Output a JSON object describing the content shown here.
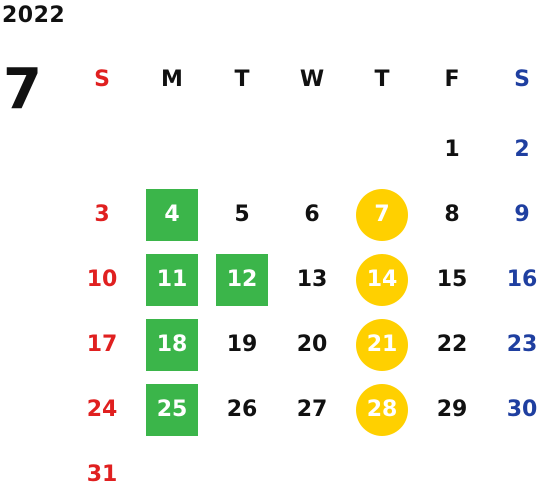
{
  "calendar": {
    "year": "2022",
    "month": "7",
    "colors": {
      "sunday": "#e02020",
      "saturday": "#1f3fa0",
      "weekday": "#111111",
      "highlight_green": "#3bb54a",
      "highlight_yellow": "#ffd000",
      "highlight_text": "#ffffff"
    },
    "weekdays": [
      {
        "label": "S",
        "type": "sunday"
      },
      {
        "label": "M",
        "type": "weekday"
      },
      {
        "label": "T",
        "type": "weekday"
      },
      {
        "label": "W",
        "type": "weekday"
      },
      {
        "label": "T",
        "type": "weekday"
      },
      {
        "label": "F",
        "type": "weekday"
      },
      {
        "label": "S",
        "type": "saturday"
      }
    ],
    "weeks": [
      [
        null,
        null,
        null,
        null,
        null,
        {
          "n": "1"
        },
        {
          "n": "2"
        }
      ],
      [
        {
          "n": "3"
        },
        {
          "n": "4",
          "mark": "green"
        },
        {
          "n": "5"
        },
        {
          "n": "6"
        },
        {
          "n": "7",
          "mark": "yellow"
        },
        {
          "n": "8"
        },
        {
          "n": "9"
        }
      ],
      [
        {
          "n": "10"
        },
        {
          "n": "11",
          "mark": "green"
        },
        {
          "n": "12",
          "mark": "green"
        },
        {
          "n": "13"
        },
        {
          "n": "14",
          "mark": "yellow"
        },
        {
          "n": "15"
        },
        {
          "n": "16"
        }
      ],
      [
        {
          "n": "17"
        },
        {
          "n": "18",
          "mark": "green"
        },
        {
          "n": "19"
        },
        {
          "n": "20"
        },
        {
          "n": "21",
          "mark": "yellow"
        },
        {
          "n": "22"
        },
        {
          "n": "23"
        }
      ],
      [
        {
          "n": "24"
        },
        {
          "n": "25",
          "mark": "green"
        },
        {
          "n": "26"
        },
        {
          "n": "27"
        },
        {
          "n": "28",
          "mark": "yellow"
        },
        {
          "n": "29"
        },
        {
          "n": "30"
        }
      ],
      [
        {
          "n": "31"
        },
        null,
        null,
        null,
        null,
        null,
        null
      ]
    ]
  }
}
